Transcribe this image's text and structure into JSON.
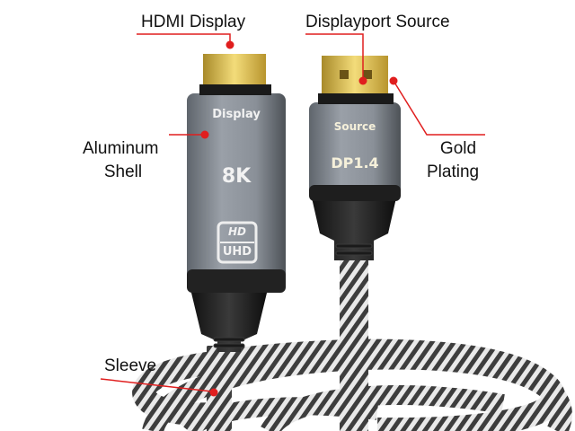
{
  "callouts": {
    "hdmi_display": "HDMI Display",
    "displayport_source": "Displayport Source",
    "aluminum_line1": "Aluminum",
    "aluminum_line2": "Shell",
    "gold_line1": "Gold",
    "gold_line2": "Plating",
    "sleeve": "Sleeve"
  },
  "hdmi_plug": {
    "label": "Display",
    "resolution": "8K",
    "badge_top": "HD",
    "badge_bottom": "UHD"
  },
  "dp_plug": {
    "label": "Source",
    "version": "DP1.4"
  },
  "colors": {
    "callout_red": "#e01e1e",
    "gold": "#d9b84a",
    "shell_gray": "#8c929a",
    "shell_dark": "#2a2a2a",
    "braid_light": "#e8e8e8",
    "braid_dark": "#4a4a4a"
  }
}
